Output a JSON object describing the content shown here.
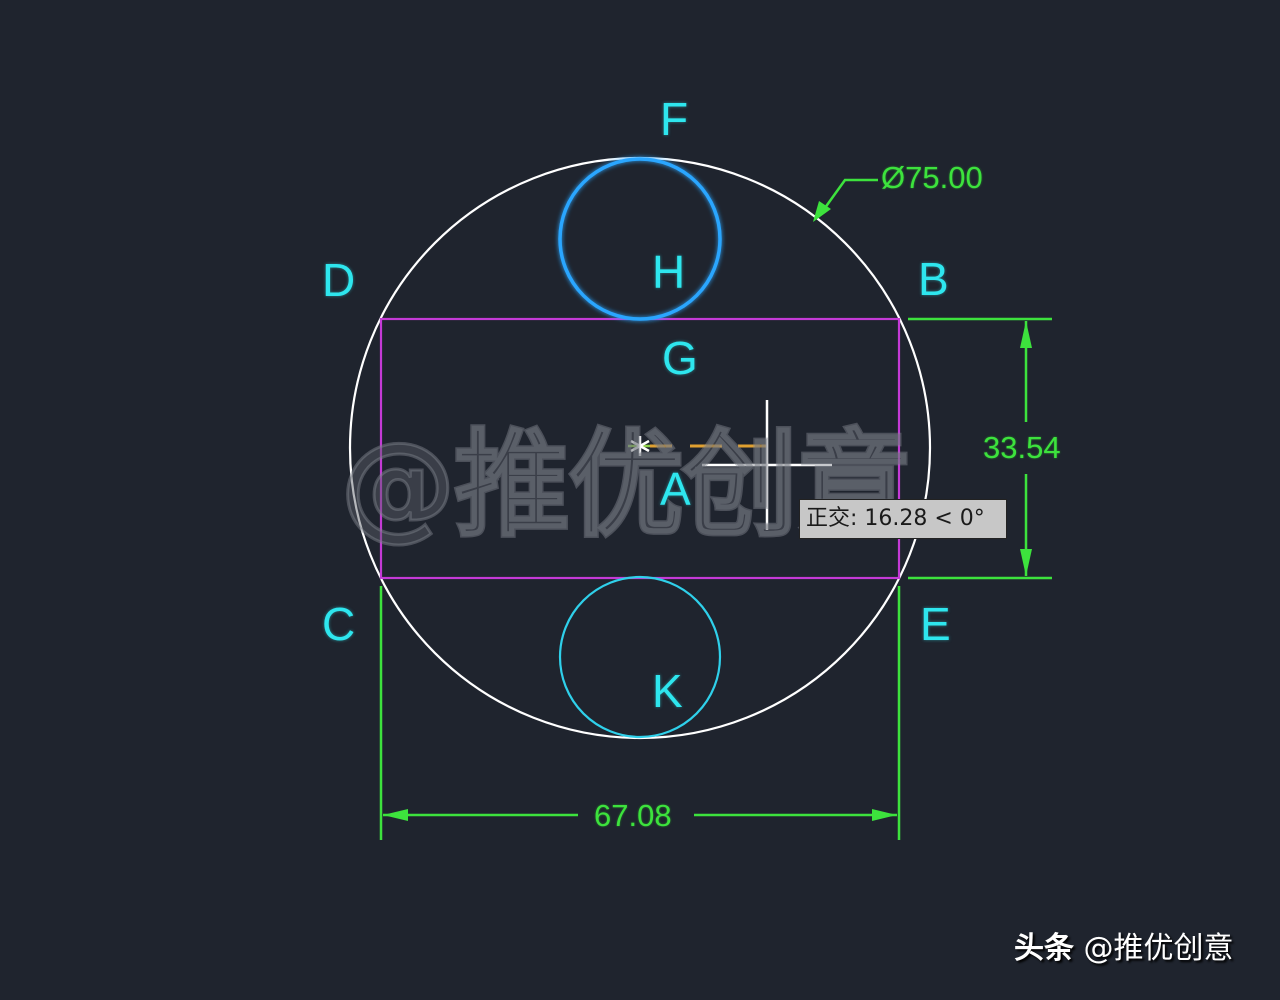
{
  "app": {
    "type": "CAD drawing viewport",
    "background": "#1f242e"
  },
  "colors": {
    "outline_circle": "#ffffff",
    "rectangle": "#c43ad6",
    "dimension": "#3de23d",
    "point_label": "#2ee6ee",
    "circle_H": "#2aa6ff",
    "circle_K": "#2fd0ea",
    "tracking_line": "#e0a030",
    "crosshair": "#ffffff"
  },
  "points": {
    "A": "A",
    "B": "B",
    "C": "C",
    "D": "D",
    "E": "E",
    "F": "F",
    "G": "G",
    "H": "H",
    "K": "K"
  },
  "dimensions": {
    "diameter": "Ø75.00",
    "height": "33.54",
    "width": "67.08"
  },
  "tooltip": {
    "text": "正交: 16.28 < 0°"
  },
  "watermark": {
    "text": "@推优创意"
  },
  "credit": {
    "brand": "头条",
    "handle": " @推优创意"
  }
}
